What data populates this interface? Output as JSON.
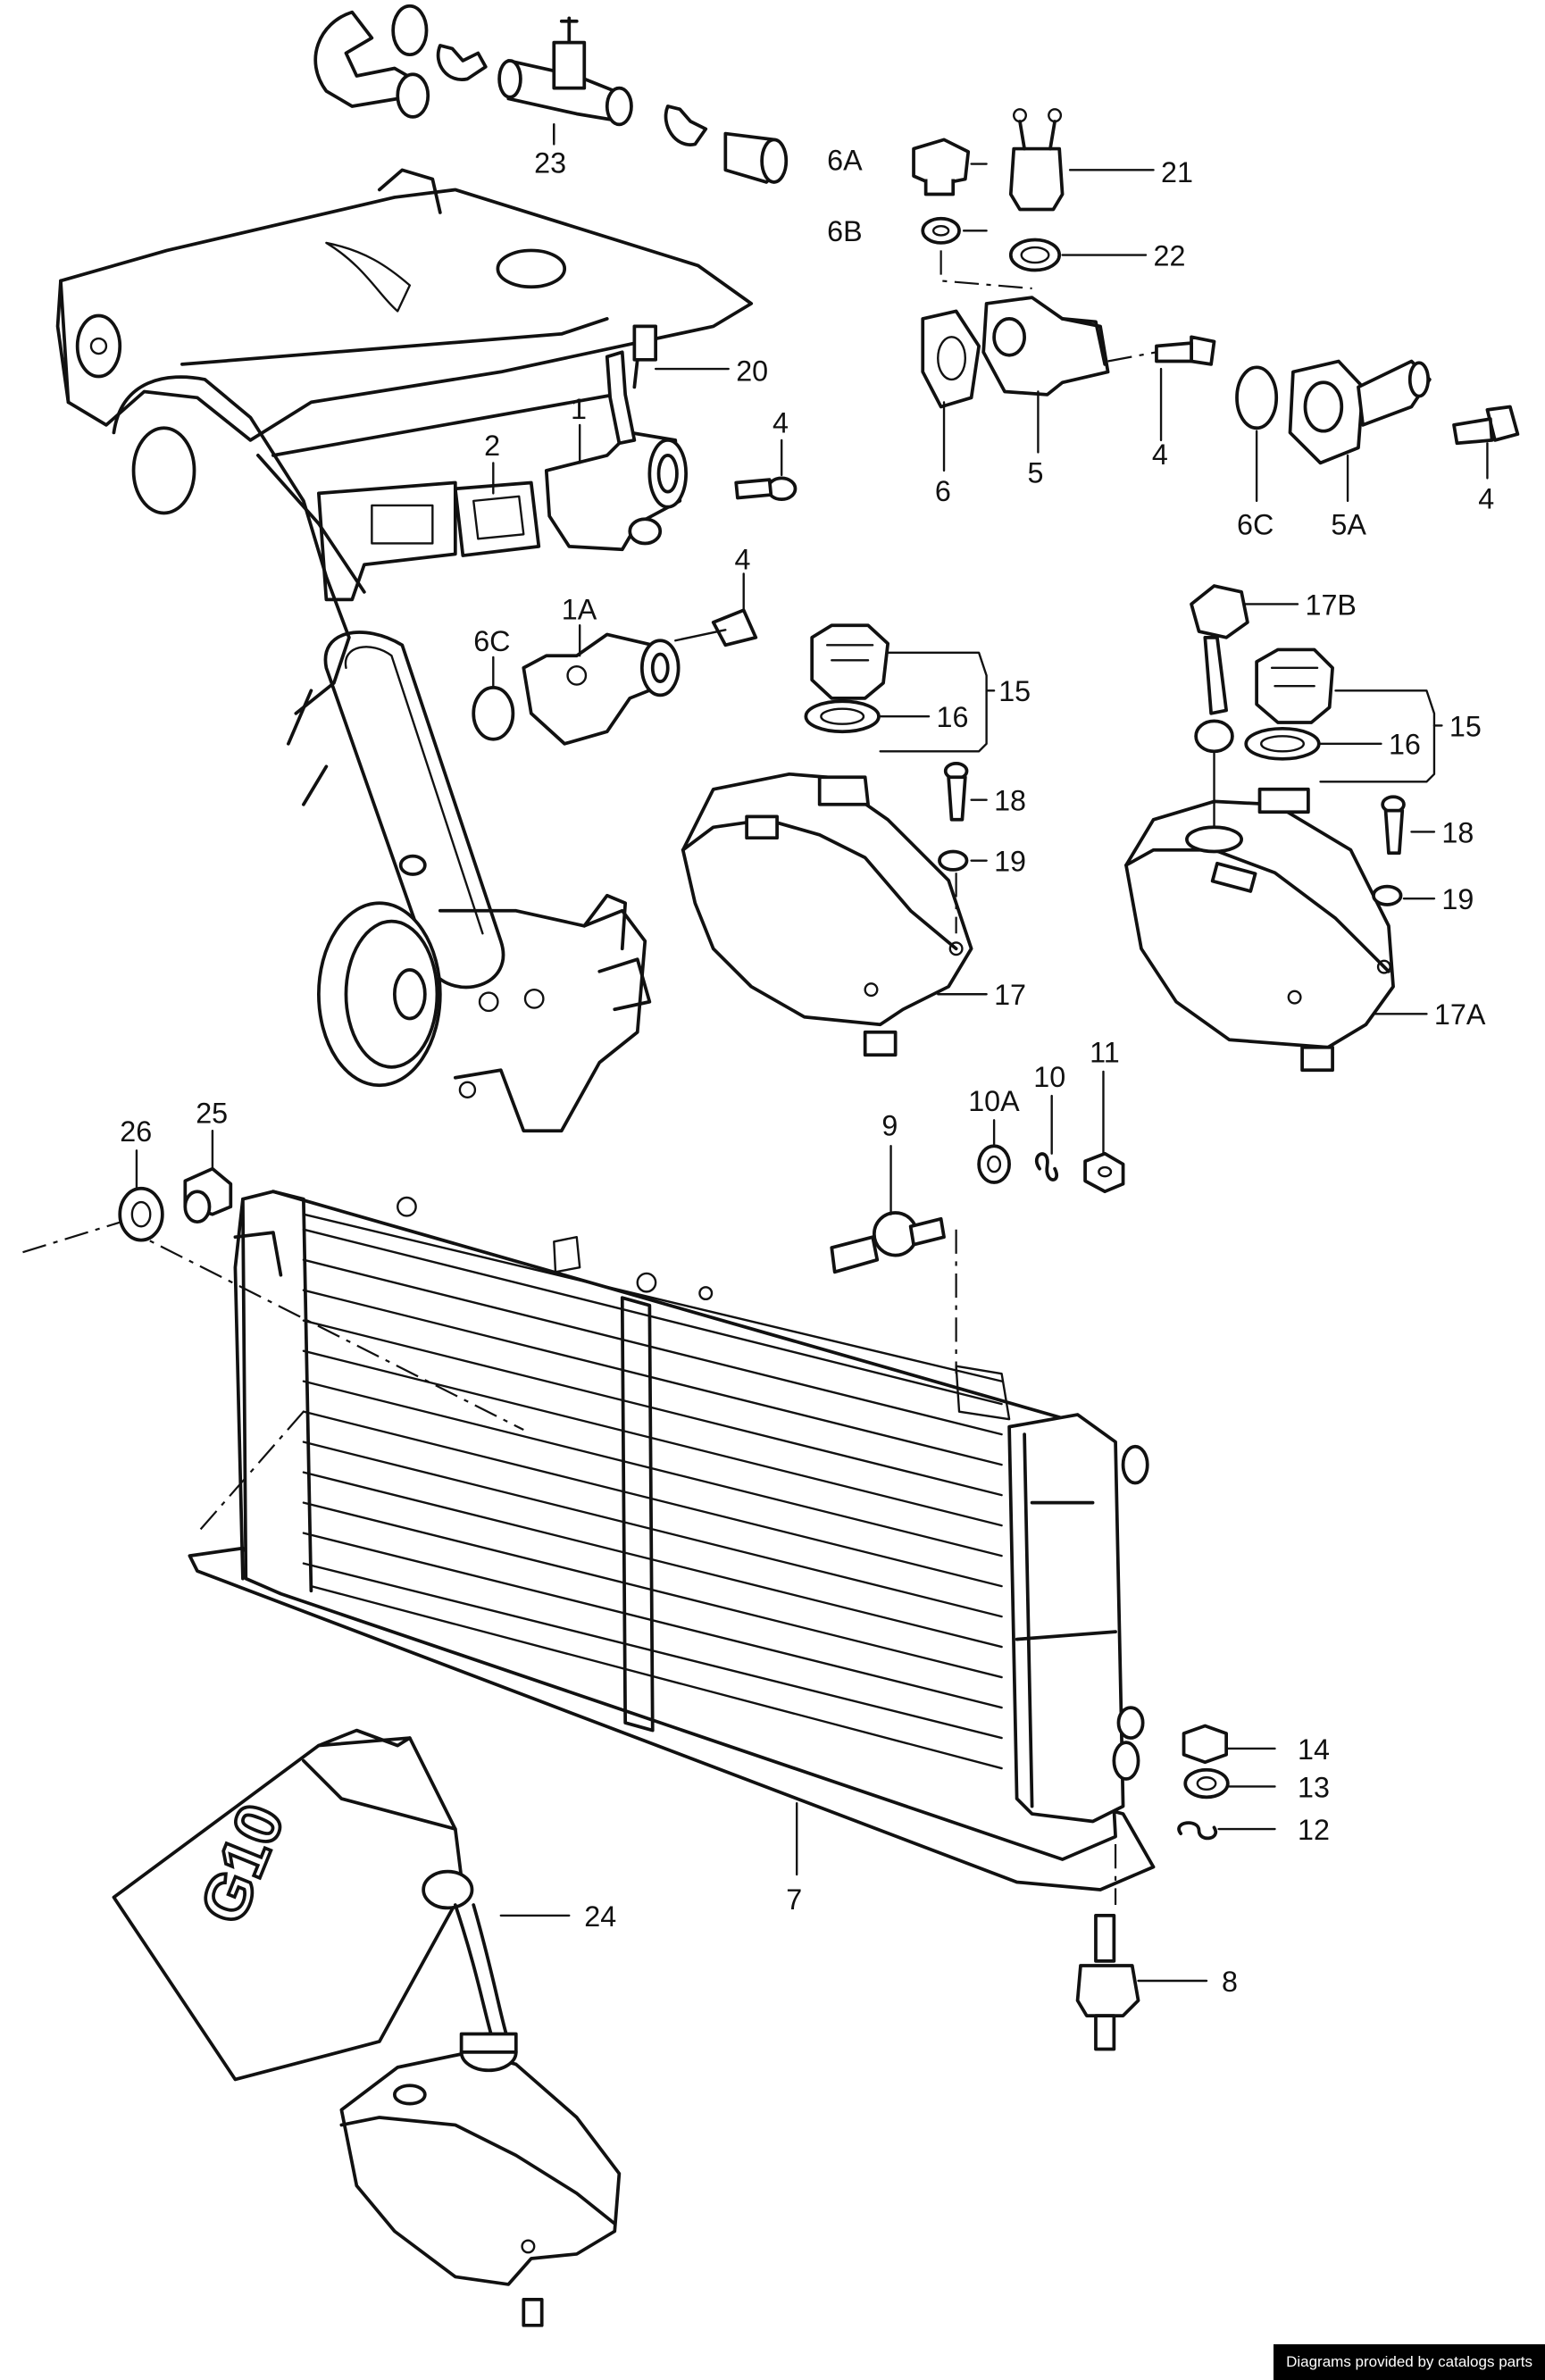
{
  "callouts": [
    {
      "label": "23"
    },
    {
      "label": "6A"
    },
    {
      "label": "21"
    },
    {
      "label": "6B"
    },
    {
      "label": "22"
    },
    {
      "label": "20"
    },
    {
      "label": "1"
    },
    {
      "label": "2"
    },
    {
      "label": "4"
    },
    {
      "label": "6"
    },
    {
      "label": "5"
    },
    {
      "label": "4"
    },
    {
      "label": "6C"
    },
    {
      "label": "5A"
    },
    {
      "label": "4"
    },
    {
      "label": "4"
    },
    {
      "label": "1A"
    },
    {
      "label": "6C"
    },
    {
      "label": "15"
    },
    {
      "label": "16"
    },
    {
      "label": "18"
    },
    {
      "label": "19"
    },
    {
      "label": "17"
    },
    {
      "label": "17B"
    },
    {
      "label": "15"
    },
    {
      "label": "16"
    },
    {
      "label": "18"
    },
    {
      "label": "19"
    },
    {
      "label": "17A"
    },
    {
      "label": "26"
    },
    {
      "label": "25"
    },
    {
      "label": "9"
    },
    {
      "label": "10A"
    },
    {
      "label": "10"
    },
    {
      "label": "11"
    },
    {
      "label": "14"
    },
    {
      "label": "13"
    },
    {
      "label": "12"
    },
    {
      "label": "7"
    },
    {
      "label": "24"
    },
    {
      "label": "8"
    }
  ],
  "canister_label": "G10",
  "credit": "Diagrams provided by catalogs parts"
}
